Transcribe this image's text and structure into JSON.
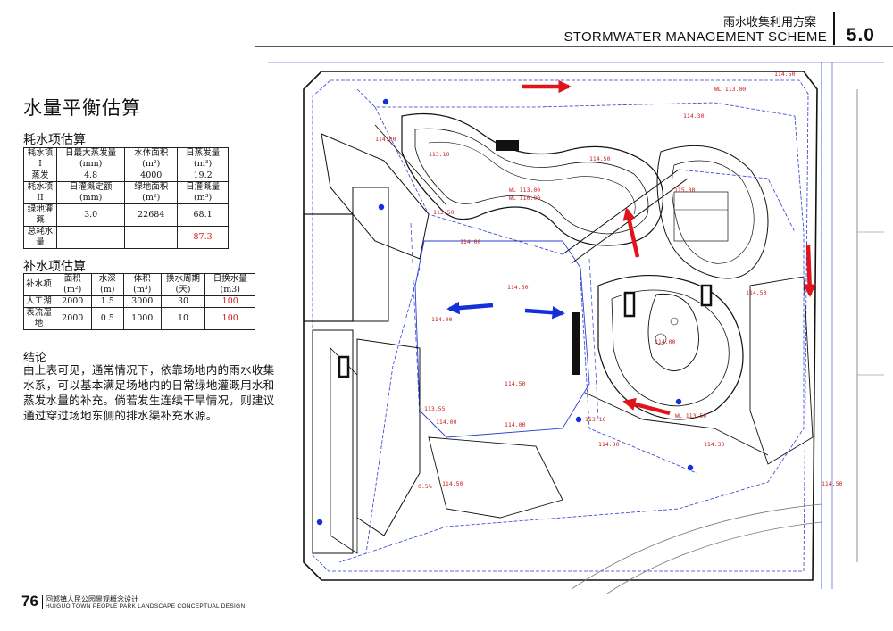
{
  "header": {
    "title_cn": "雨水收集利用方案",
    "title_en": "STORMWATER MANAGEMENT SCHEME",
    "section": "5.0"
  },
  "title": "水量平衡估算",
  "consumption": {
    "heading": "耗水项估算",
    "header_row": [
      "耗水项 I",
      "日最大蒸发量 (mm)",
      "水体面积 (m²)",
      "日蒸发量 (m³)"
    ],
    "row_evap": [
      "蒸发",
      "4.8",
      "4000",
      "19.2"
    ],
    "header_row2": [
      "耗水项 II",
      "日灌溉定额 (mm)",
      "绿地面积 (m²)",
      "日灌溉量 (m³)"
    ],
    "row_irr": [
      "绿地灌溉",
      "3.0",
      "22684",
      "68.1"
    ],
    "total_label": "总耗水量",
    "total_value": "87.3"
  },
  "supply": {
    "heading": "补水项估算",
    "header": [
      "补水项",
      "面积 (m²)",
      "水深 (m)",
      "体积 (m³)",
      "换水周期 (天)",
      "日换水量 (m3)"
    ],
    "rows": [
      [
        "人工湖",
        "2000",
        "1.5",
        "3000",
        "30",
        "100"
      ],
      [
        "表流湿地",
        "2000",
        "0.5",
        "1000",
        "10",
        "100"
      ]
    ]
  },
  "conclusion": {
    "heading": "结论",
    "text": "由上表可见，通常情况下，依靠场地内的雨水收集水系，可以基本满足场地内的日常绿地灌溉用水和蒸发水量的补充。倘若发生连续干旱情况，则建议通过穿过场地东侧的排水渠补充水源。"
  },
  "plan": {
    "labels": [
      "114.50",
      "WL 113.00",
      "114.30",
      "114.00",
      "113.50",
      "115.30",
      "WL 113.00",
      "WL 110.00",
      "113.10",
      "114.50",
      "114.50",
      "114.00",
      "114.50",
      "114.00",
      "114.00",
      "114.50",
      "113.55",
      "114.00",
      "114.00",
      "113.10",
      "WL 113.50",
      "114.30",
      "114.30",
      "0.5%",
      "114.50",
      "114.50"
    ]
  },
  "colors": {
    "arrow_red": "#e0141c",
    "arrow_blue": "#1530d8",
    "plan_line": "#2a3fd0",
    "label_red": "#c82020"
  },
  "footer": {
    "page": "76",
    "cn": "回郭镇人民公园景观概念设计",
    "en": "HUIGUO TOWN PEOPLE PARK  LANDSCAPE CONCEPTUAL DESIGN"
  }
}
